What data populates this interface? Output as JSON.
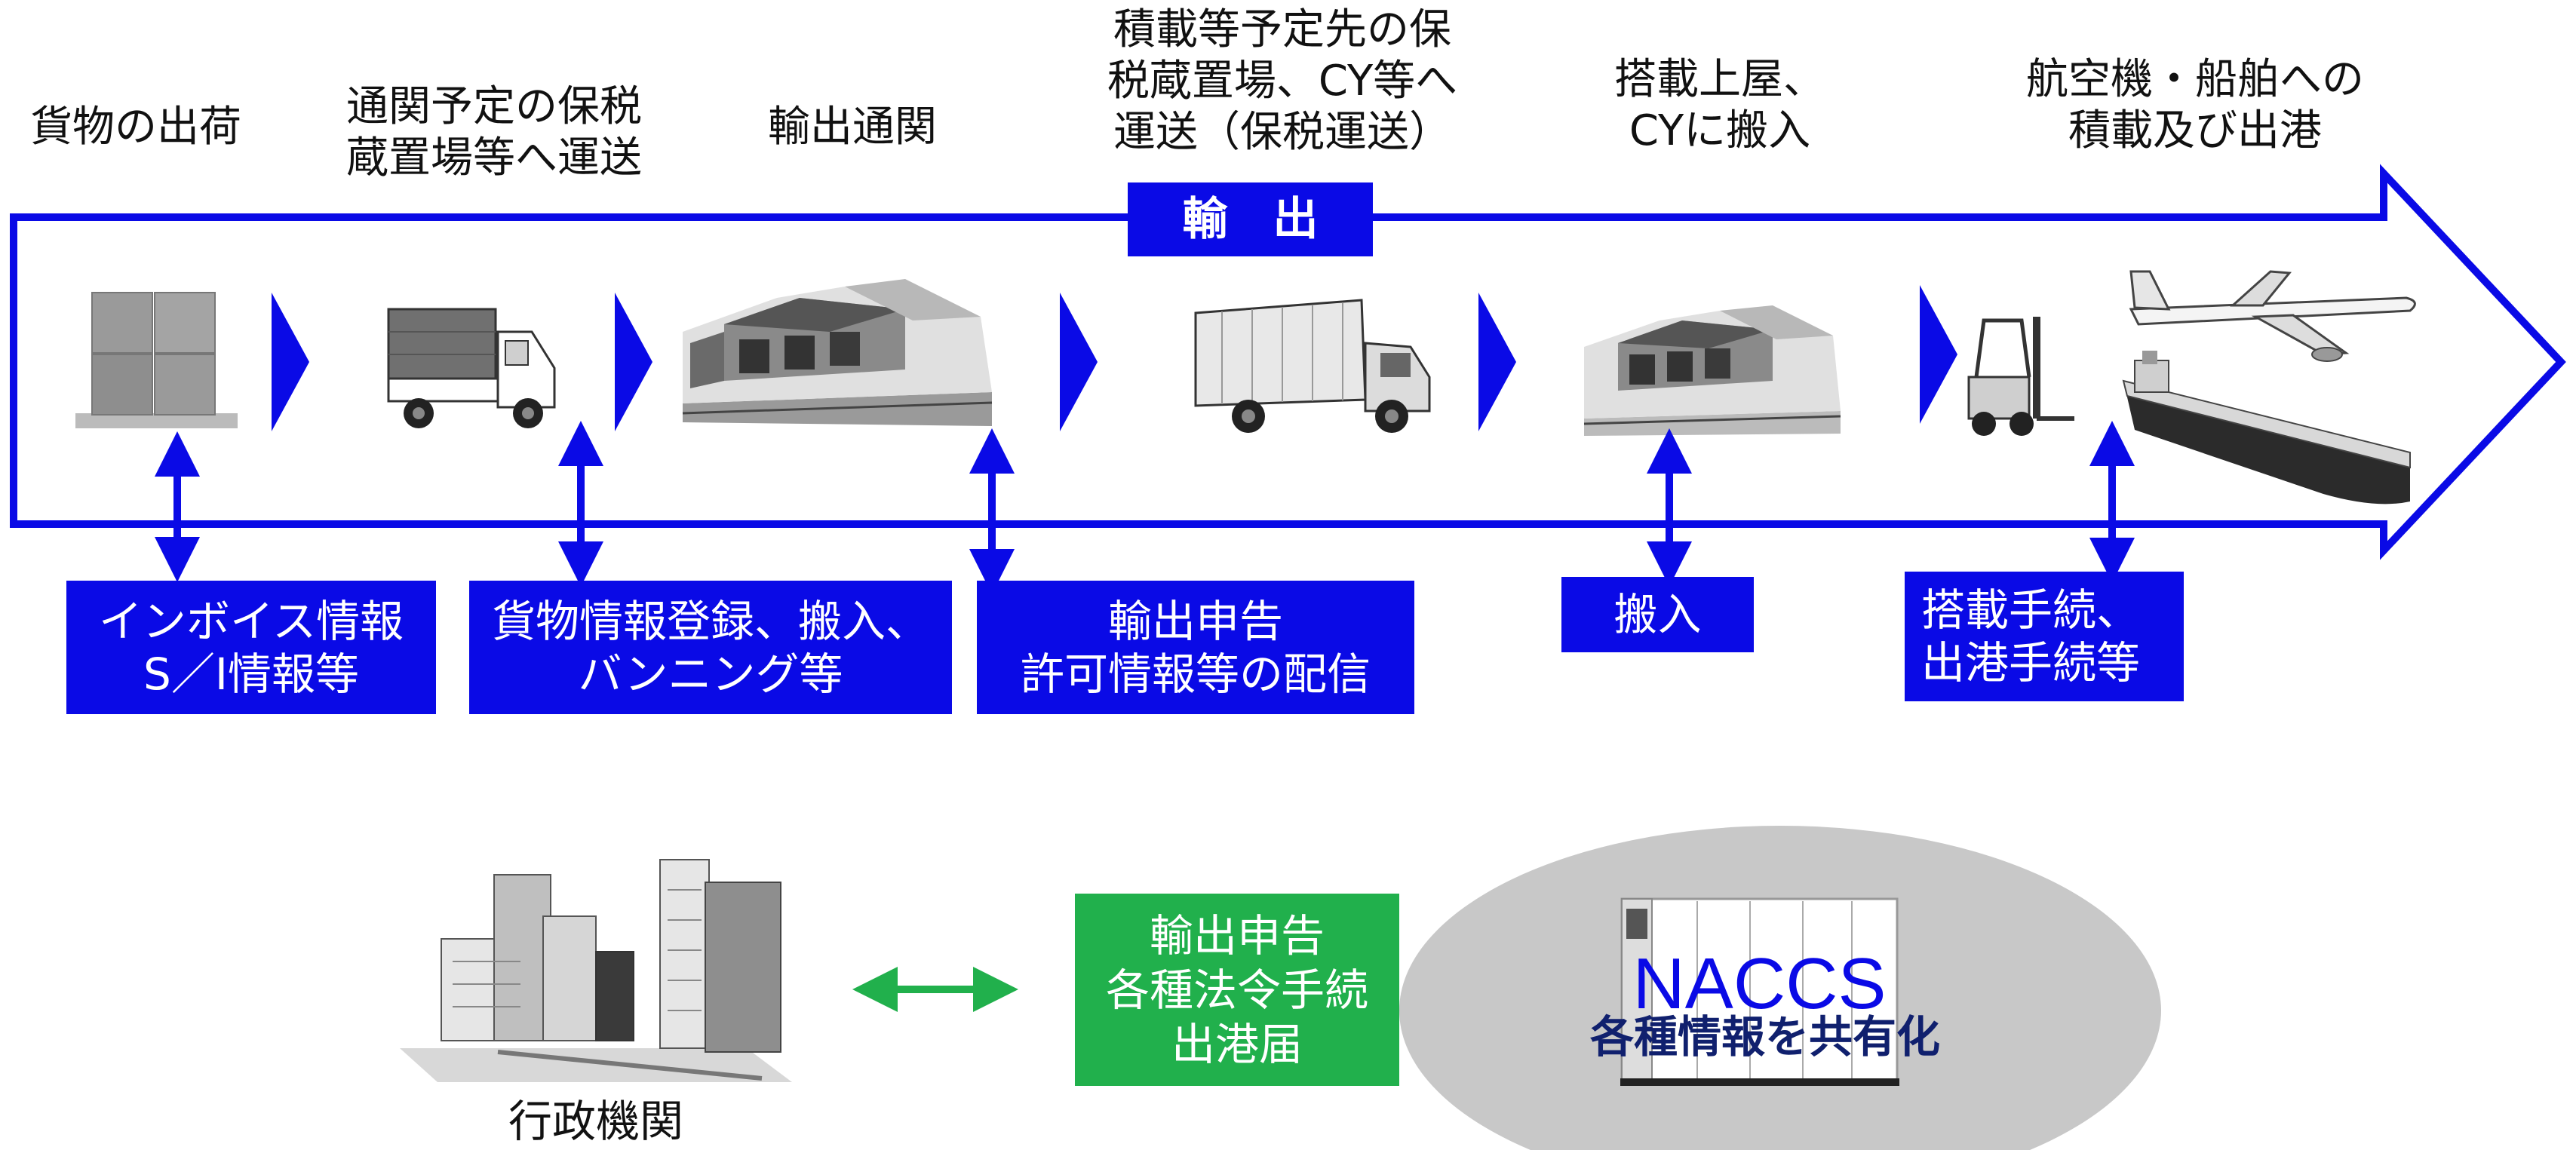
{
  "steps": [
    {
      "title": [
        "貨物の出荷"
      ]
    },
    {
      "title": [
        "通関予定の保税",
        "蔵置場等へ運送"
      ]
    },
    {
      "title": [
        "輸出通関"
      ]
    },
    {
      "title": [
        "積載等予定先の保",
        "税蔵置場、CY等へ",
        "運送（保税運送）"
      ]
    },
    {
      "title": [
        "搭載上屋、",
        "CYに搬入"
      ]
    },
    {
      "title": [
        "航空機・船舶への",
        "積載及び出港"
      ]
    }
  ],
  "export_banner": "輸　出",
  "info_labels": [
    [
      "インボイス情報",
      "S／I情報等"
    ],
    [
      "貨物情報登録、搬入、",
      "バンニング等"
    ],
    [
      "輸出申告",
      "許可情報等の配信"
    ],
    [
      "搬入"
    ],
    [
      "搭載手続、",
      "出港手続等"
    ]
  ],
  "procedures": [
    "輸出申告",
    "各種法令手続",
    "出港届"
  ],
  "naccs": {
    "name": "NACCS",
    "caption": "各種情報を共有化"
  },
  "government": {
    "label": "行政機関"
  },
  "colors": {
    "arrow_blue": "#0a0ae6",
    "green": "#21b04c",
    "ellipse_gray": "#c8c8c8",
    "naccs_navy": "#10206e"
  }
}
